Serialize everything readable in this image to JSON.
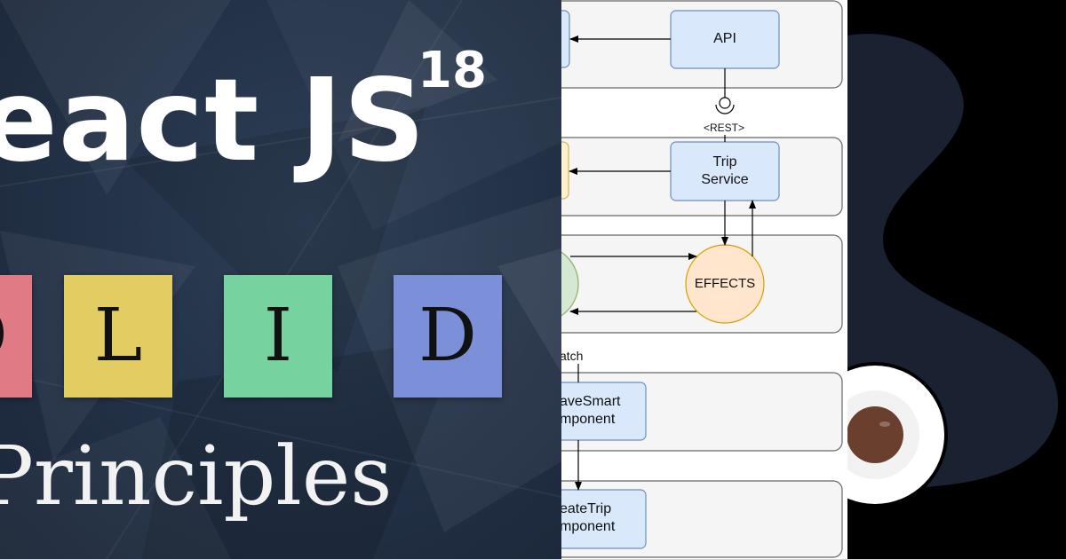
{
  "banner": {
    "title": "eact JS",
    "version": "18",
    "tiles": [
      {
        "letter": "O",
        "color": "#e07b85"
      },
      {
        "letter": "L",
        "color": "#e3cd63"
      },
      {
        "letter": "I",
        "color": "#76d39f"
      },
      {
        "letter": "D",
        "color": "#7b90d8"
      }
    ],
    "subtitle": "Principles"
  },
  "diagram": {
    "nodes": {
      "api": "API",
      "trip_service": "Trip\nService",
      "effects": "EFFECTS",
      "save_smart": "aveSmart\nmponent",
      "create_trip": "eateTrip\nmponent"
    },
    "labels": {
      "rest": "<REST>",
      "dispatch": "atch"
    },
    "colors": {
      "box_fill": "#dae8fc",
      "box_stroke": "#6c8ebf",
      "effects_fill": "#ffe6cc",
      "effects_stroke": "#d79b00",
      "green_fill": "#d5e8d4",
      "yellow_fill": "#fff2cc",
      "container_fill": "#f5f5f5",
      "container_stroke": "#666666"
    }
  },
  "coffee": {
    "saucer_color": "#ffffff",
    "coffee_color": "#6b3f2e"
  }
}
